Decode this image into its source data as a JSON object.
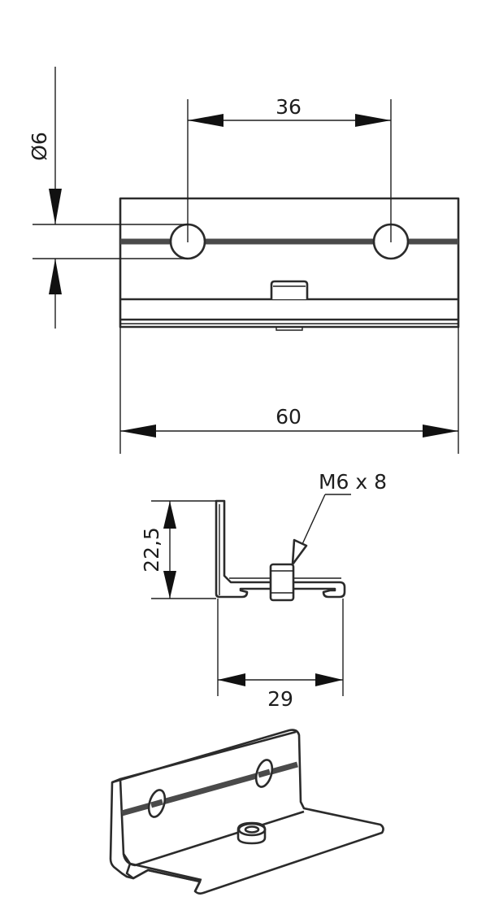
{
  "dimensions": {
    "hole_spacing": "36",
    "hole_diameter": "Ø6",
    "overall_length": "60",
    "height": "22,5",
    "depth": "29",
    "screw_callout": "M6 x 8"
  },
  "colors": {
    "line": "#2b2b2b",
    "slot": "#4a4a4a",
    "arrow": "#111111"
  }
}
